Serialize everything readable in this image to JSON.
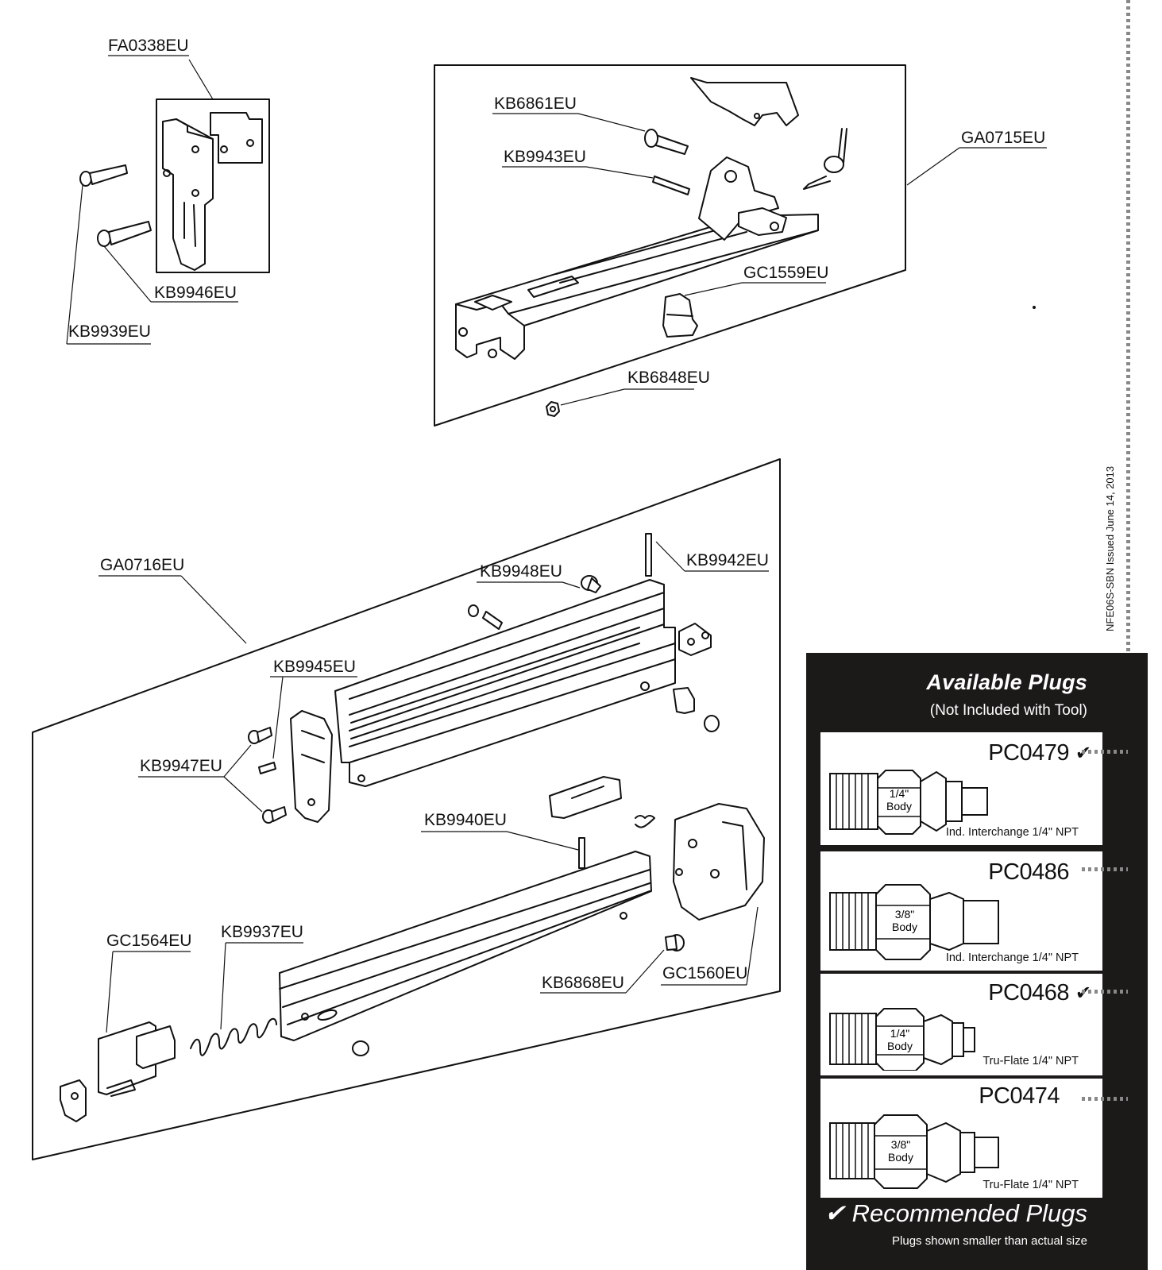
{
  "labels": {
    "fa0338": "FA0338EU",
    "kb9946": "KB9946EU",
    "kb9939": "KB9939EU",
    "kb6861": "KB6861EU",
    "kb9943": "KB9943EU",
    "ga0715": "GA0715EU",
    "gc1559": "GC1559EU",
    "kb6848": "KB6848EU",
    "ga0716": "GA0716EU",
    "kb9948": "KB9948EU",
    "kb9942": "KB9942EU",
    "kb9945": "KB9945EU",
    "kb9947": "KB9947EU",
    "kb9940": "KB9940EU",
    "gc1564": "GC1564EU",
    "kb9937": "KB9937EU",
    "kb6868": "KB6868EU",
    "gc1560": "GC1560EU"
  },
  "side_note": "NFE06S-SBN Issued June 14, 2013",
  "plugs_panel": {
    "title": "Available Plugs",
    "subtitle": "(Not Included with Tool)",
    "plugs": [
      {
        "code": "PC0479",
        "recommended": true,
        "body": "1/4\"",
        "body_word": "Body",
        "desc": "Ind. Interchange 1/4\" NPT"
      },
      {
        "code": "PC0486",
        "recommended": false,
        "body": "3/8\"",
        "body_word": "Body",
        "desc": "Ind. Interchange 1/4\" NPT"
      },
      {
        "code": "PC0468",
        "recommended": true,
        "body": "1/4\"",
        "body_word": "Body",
        "desc": "Tru-Flate 1/4\" NPT"
      },
      {
        "code": "PC0474",
        "recommended": false,
        "body": "3/8\"",
        "body_word": "Body",
        "desc": "Tru-Flate 1/4\" NPT"
      }
    ],
    "check_mark": "✔",
    "footer_title": "✔ Recommended Plugs",
    "footer_note": "Plugs shown smaller than actual size"
  }
}
